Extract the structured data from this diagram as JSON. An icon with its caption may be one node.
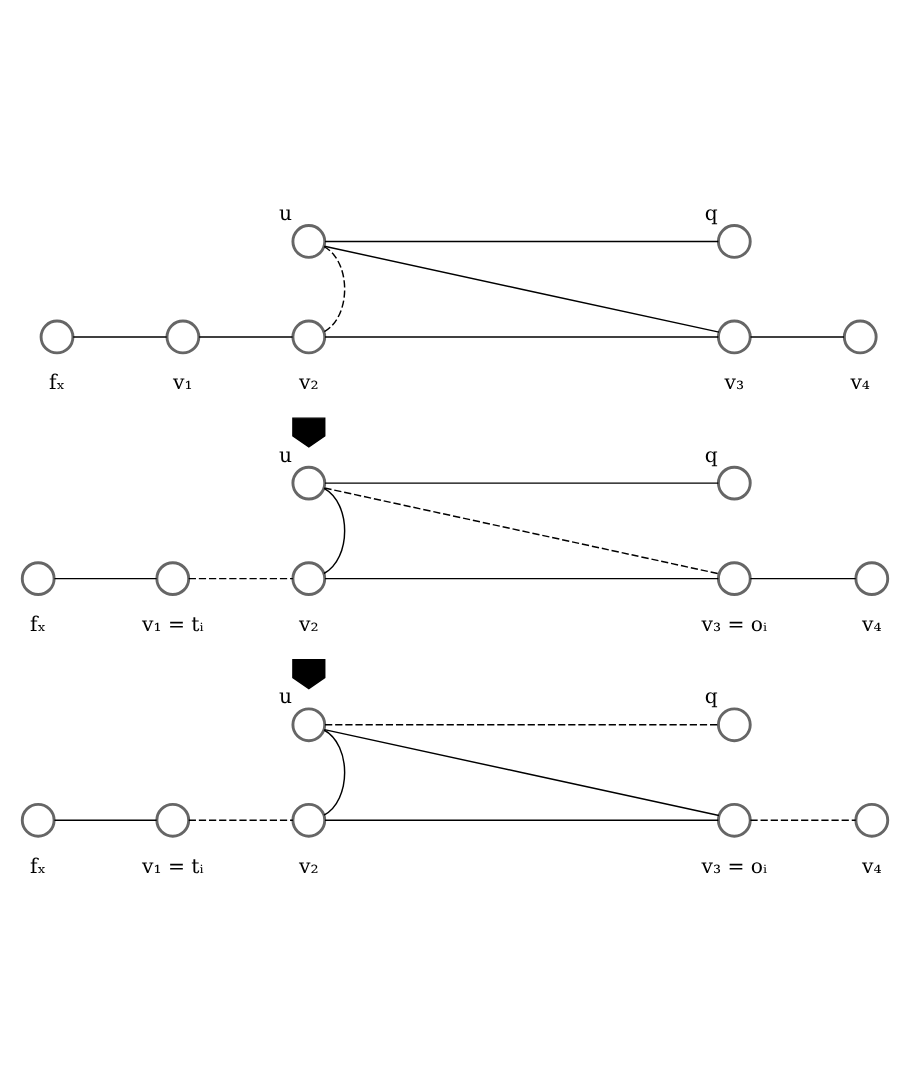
{
  "diagram": {
    "nodes": [
      {
        "text": [],
        "shape": "circle",
        "beside": [
          "u"
        ]
      },
      {
        "text": [],
        "shape": "circle",
        "beside": [
          "q"
        ]
      },
      {
        "text": [],
        "shape": "circle",
        "beside": [
          "fₓ"
        ]
      },
      {
        "text": [],
        "shape": "circle",
        "beside": [
          "v₁"
        ]
      },
      {
        "text": [],
        "shape": "circle",
        "beside": [
          "v₂"
        ]
      },
      {
        "text": [],
        "shape": "circle",
        "beside": [
          "v₃"
        ]
      },
      {
        "text": [],
        "shape": "circle",
        "beside": [
          "v₄"
        ]
      },
      {
        "text": [],
        "shape": "arrow"
      },
      {
        "text": [],
        "shape": "circle",
        "beside": [
          "u"
        ]
      },
      {
        "text": [],
        "shape": "circle",
        "beside": [
          "q"
        ]
      },
      {
        "text": [],
        "shape": "circle",
        "beside": [
          "fₓ"
        ]
      },
      {
        "text": [],
        "shape": "circle",
        "beside": [
          "v₁ = tᵢ"
        ]
      },
      {
        "text": [],
        "shape": "circle",
        "beside": [
          "v₂"
        ]
      },
      {
        "text": [],
        "shape": "circle",
        "beside": [
          "v₃ = oᵢ"
        ]
      },
      {
        "text": [],
        "shape": "circle",
        "beside": [
          "v₄"
        ]
      },
      {
        "text": [],
        "shape": "arrow"
      },
      {
        "text": [],
        "shape": "circle",
        "beside": [
          "u"
        ]
      },
      {
        "text": [],
        "shape": "circle",
        "beside": [
          "q"
        ]
      },
      {
        "text": [],
        "shape": "circle",
        "beside": [
          "fₓ"
        ]
      },
      {
        "text": [],
        "shape": "circle",
        "beside": [
          "v₁ = tᵢ"
        ]
      },
      {
        "text": [],
        "shape": "circle",
        "beside": [
          "v₂"
        ]
      },
      {
        "text": [],
        "shape": "circle",
        "beside": [
          "v₃ = oᵢ"
        ]
      },
      {
        "text": [],
        "shape": "circle",
        "beside": [
          "v₄"
        ]
      }
    ],
    "edges": [
      {
        "from": 0,
        "to": 1,
        "arrow": "none"
      },
      {
        "from": 0,
        "to": 4,
        "arrow": "none",
        "style": "dashed"
      },
      {
        "from": 0,
        "to": 5,
        "arrow": "none"
      },
      {
        "from": 2,
        "to": 3,
        "arrow": "none"
      },
      {
        "from": 3,
        "to": 4,
        "arrow": "none"
      },
      {
        "from": 4,
        "to": 5,
        "arrow": "none"
      },
      {
        "from": 5,
        "to": 6,
        "arrow": "none"
      },
      {
        "from": 8,
        "to": 9,
        "arrow": "none"
      },
      {
        "from": 8,
        "to": 12,
        "arrow": "none"
      },
      {
        "from": 8,
        "to": 13,
        "arrow": "none",
        "style": "dashed"
      },
      {
        "from": 10,
        "to": 11,
        "arrow": "none"
      },
      {
        "from": 11,
        "to": 12,
        "arrow": "none",
        "style": "dashed"
      },
      {
        "from": 12,
        "to": 13,
        "arrow": "none"
      },
      {
        "from": 13,
        "to": 14,
        "arrow": "none"
      },
      {
        "from": 16,
        "to": 17,
        "arrow": "none",
        "style": "dashed"
      },
      {
        "from": 16,
        "to": 20,
        "arrow": "none"
      },
      {
        "from": 16,
        "to": 21,
        "arrow": "none"
      },
      {
        "from": 18,
        "to": 19,
        "arrow": "none"
      },
      {
        "from": 19,
        "to": 20,
        "arrow": "none",
        "style": "dashed"
      },
      {
        "from": 20,
        "to": 21,
        "arrow": "none"
      },
      {
        "from": 21,
        "to": 22,
        "arrow": "none",
        "style": "dashed"
      }
    ]
  }
}
